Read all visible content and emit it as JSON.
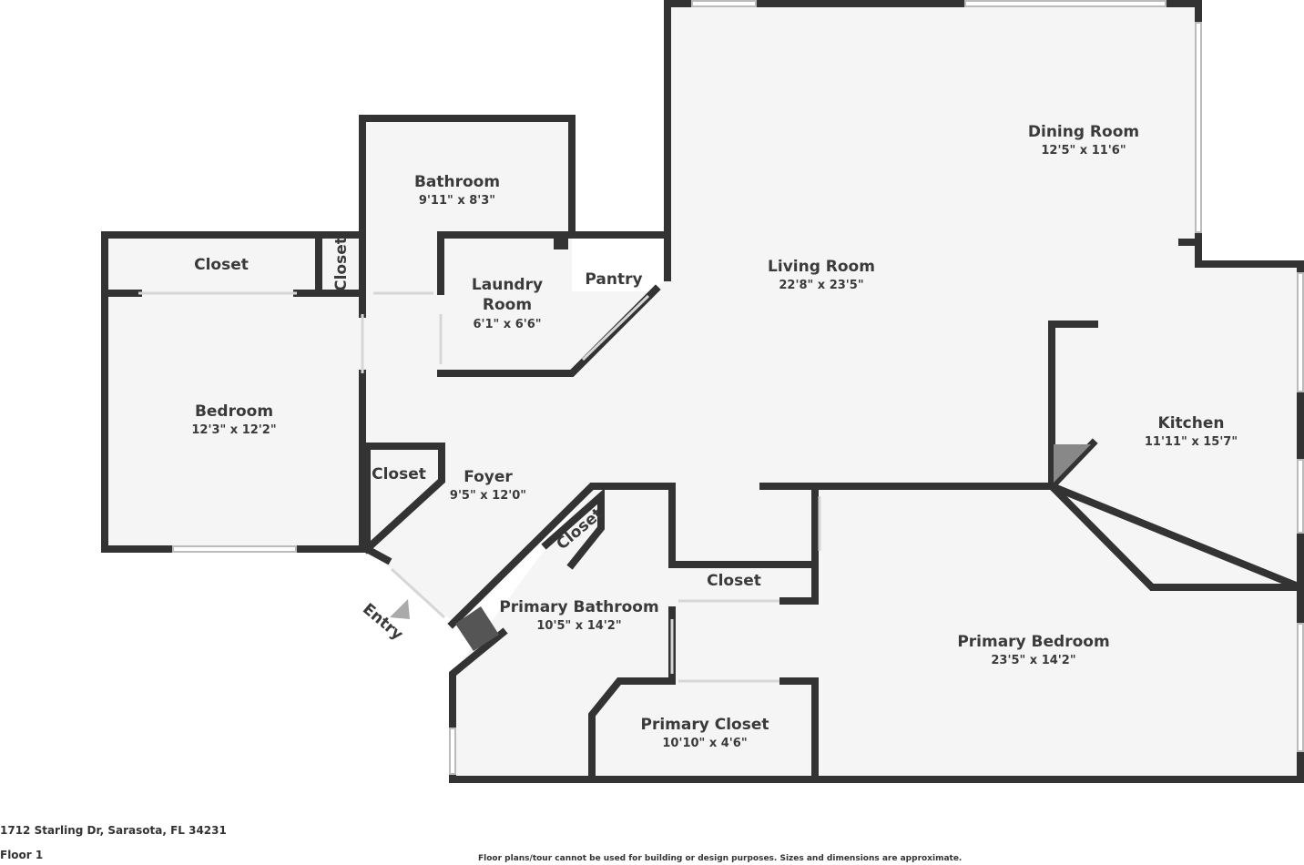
{
  "rooms": {
    "dining": {
      "name": "Dining Room",
      "dims": "12'5\" x 11'6\""
    },
    "living": {
      "name": "Living Room",
      "dims": "22'8\" x 23'5\""
    },
    "bathroom": {
      "name": "Bathroom",
      "dims": "9'11\" x 8'3\""
    },
    "closet_top": {
      "name": "Closet"
    },
    "closet_vert": {
      "name": "Closet"
    },
    "laundry": {
      "name1": "Laundry",
      "name2": "Room",
      "dims": "6'1\" x 6'6\""
    },
    "pantry": {
      "name": "Pantry"
    },
    "bedroom": {
      "name": "Bedroom",
      "dims": "12'3\" x 12'2\""
    },
    "kitchen": {
      "name": "Kitchen",
      "dims": "11'11\" x 15'7\""
    },
    "closet_foyer": {
      "name": "Closet"
    },
    "foyer": {
      "name": "Foyer",
      "dims": "9'5\" x 12'0\""
    },
    "closet_diag": {
      "name": "Closet"
    },
    "closet_mid": {
      "name": "Closet"
    },
    "primary_bath": {
      "name": "Primary Bathroom",
      "dims": "10'5\" x 14'2\""
    },
    "primary_bed": {
      "name": "Primary Bedroom",
      "dims": "23'5\" x 14'2\""
    },
    "primary_closet": {
      "name": "Primary Closet",
      "dims": "10'10\" x 4'6\""
    }
  },
  "entry_label": "Entry",
  "footer": {
    "address": "1712 Starling Dr, Sarasota, FL 34231",
    "floor": "Floor 1",
    "disclaimer": "Floor plans/tour cannot be used for building or design purposes. Sizes and dimensions are approximate."
  },
  "colors": {
    "wall": "#333333",
    "floor": "#f5f5f5",
    "text": "#3a3a3a"
  }
}
